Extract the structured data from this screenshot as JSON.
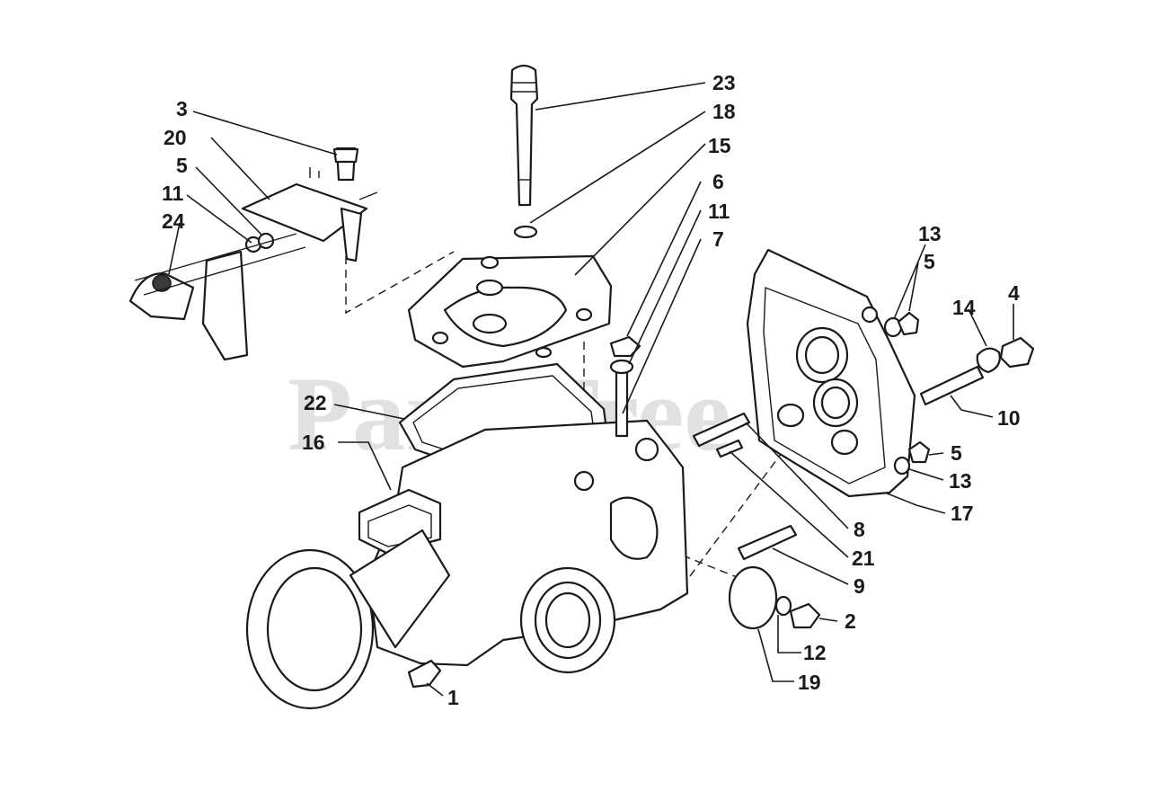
{
  "watermark": "PartsTree",
  "callouts": [
    {
      "id": "23",
      "text": "23"
    },
    {
      "id": "18",
      "text": "18"
    },
    {
      "id": "15",
      "text": "15"
    },
    {
      "id": "6",
      "text": "6"
    },
    {
      "id": "11a",
      "text": "11"
    },
    {
      "id": "7",
      "text": "7"
    },
    {
      "id": "3",
      "text": "3"
    },
    {
      "id": "20",
      "text": "20"
    },
    {
      "id": "5a",
      "text": "5"
    },
    {
      "id": "11b",
      "text": "11"
    },
    {
      "id": "24",
      "text": "24"
    },
    {
      "id": "13a",
      "text": "13"
    },
    {
      "id": "5b",
      "text": "5"
    },
    {
      "id": "14",
      "text": "14"
    },
    {
      "id": "4",
      "text": "4"
    },
    {
      "id": "22",
      "text": "22"
    },
    {
      "id": "16",
      "text": "16"
    },
    {
      "id": "10",
      "text": "10"
    },
    {
      "id": "5c",
      "text": "5"
    },
    {
      "id": "13b",
      "text": "13"
    },
    {
      "id": "17",
      "text": "17"
    },
    {
      "id": "8",
      "text": "8"
    },
    {
      "id": "21",
      "text": "21"
    },
    {
      "id": "9",
      "text": "9"
    },
    {
      "id": "2",
      "text": "2"
    },
    {
      "id": "12",
      "text": "12"
    },
    {
      "id": "19",
      "text": "19"
    },
    {
      "id": "1",
      "text": "1"
    }
  ]
}
